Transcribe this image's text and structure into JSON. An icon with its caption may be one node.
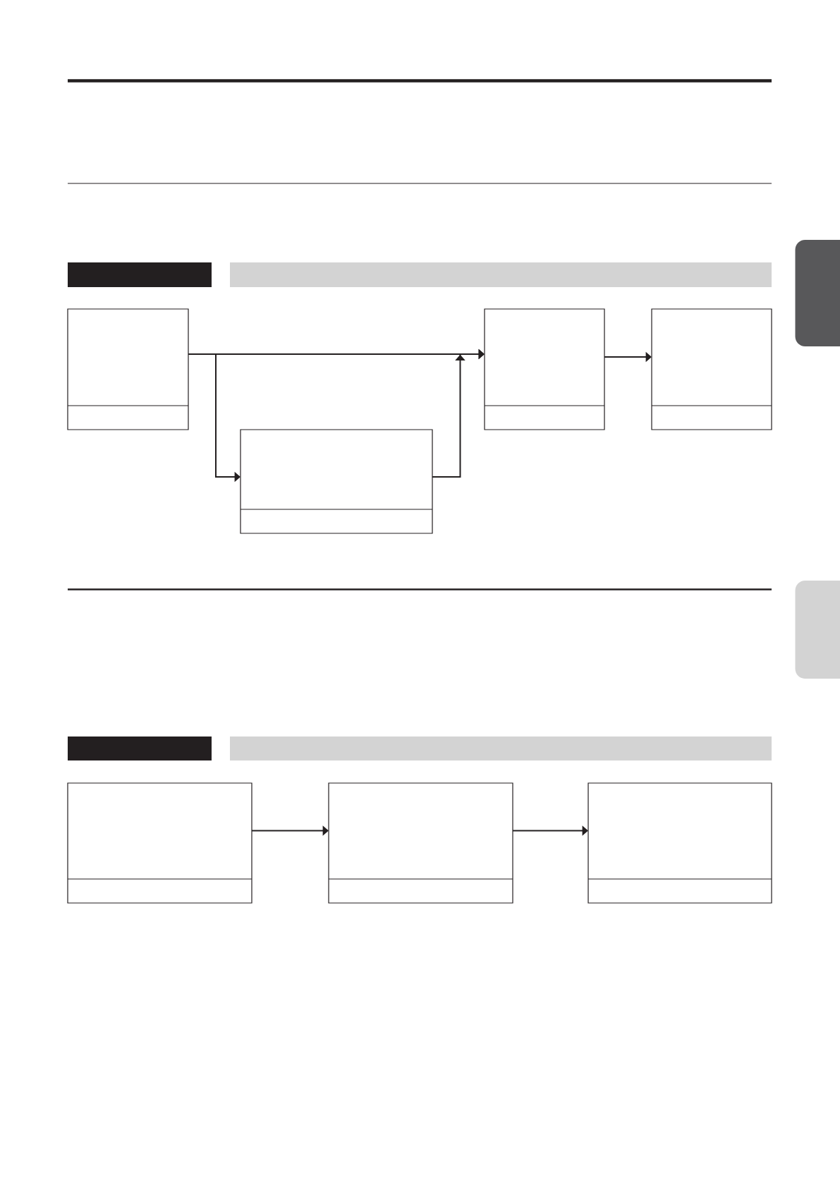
{
  "diagram": {
    "nodes": [
      {
        "text": [],
        "shape": "box"
      },
      {
        "text": [],
        "shape": "bar"
      },
      {
        "text": [],
        "shape": "bar"
      },
      {
        "text": [],
        "shape": "box"
      },
      {
        "text": [],
        "shape": "box"
      },
      {
        "text": [],
        "shape": "box"
      },
      {
        "text": [],
        "shape": "box"
      },
      {
        "text": [],
        "shape": "box"
      },
      {
        "text": [],
        "shape": "bar"
      },
      {
        "text": [],
        "shape": "bar"
      },
      {
        "text": [],
        "shape": "box"
      },
      {
        "text": [],
        "shape": "box"
      },
      {
        "text": [],
        "shape": "box"
      }
    ],
    "edges": [
      {
        "from": 3,
        "to": 4,
        "arrow": "to"
      },
      {
        "from": 3,
        "to": 6,
        "arrow": "to"
      },
      {
        "from": 6,
        "to": 4,
        "arrow": "to"
      },
      {
        "from": 4,
        "to": 5,
        "arrow": "to"
      },
      {
        "from": 10,
        "to": 11,
        "arrow": "to"
      },
      {
        "from": 11,
        "to": 12,
        "arrow": "to"
      }
    ]
  }
}
